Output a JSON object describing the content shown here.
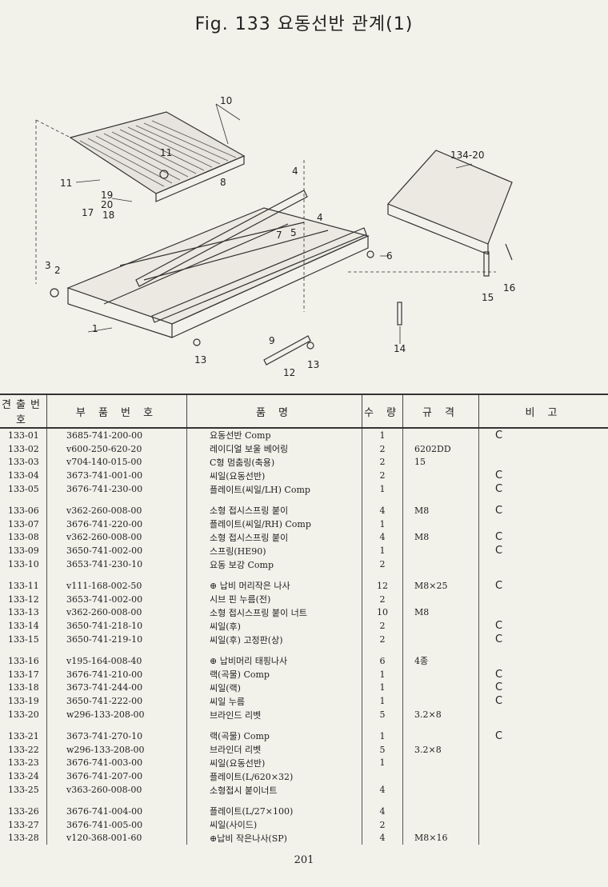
{
  "title": "Fig. 133  요동선반 관계(1)",
  "callouts": [
    "10",
    "11",
    "11",
    "19",
    "20",
    "17",
    "18",
    "8",
    "4",
    "4",
    "7",
    "5",
    "3",
    "2",
    "1",
    "9",
    "13",
    "12",
    "13",
    "134-20",
    "6",
    "14",
    "15",
    "16"
  ],
  "table": {
    "headers": [
      "견출번호",
      "부 품 번 호",
      "품 명",
      "수 량",
      "규 격",
      "비 고"
    ],
    "rows": [
      {
        "no": "133-01",
        "part": "3685-741-200-00",
        "name": "요동선반 Comp",
        "qty": "1",
        "spec": "",
        "note": "C"
      },
      {
        "no": "133-02",
        "part": "v600-250-620-20",
        "name": "레이디얼 보울 베어링",
        "qty": "2",
        "spec": "6202DD",
        "note": ""
      },
      {
        "no": "133-03",
        "part": "v704-140-015-00",
        "name": "C형 멈춤링(축용)",
        "qty": "2",
        "spec": "15",
        "note": ""
      },
      {
        "no": "133-04",
        "part": "3673-741-001-00",
        "name": "씨일(요동선반)",
        "qty": "2",
        "spec": "",
        "note": "C"
      },
      {
        "no": "133-05",
        "part": "3676-741-230-00",
        "name": "플레이트(씨일/LH) Comp",
        "qty": "1",
        "spec": "",
        "note": "C"
      },
      {
        "no": "133-06",
        "part": "v362-260-008-00",
        "name": "소형 접시스프링 붙이",
        "qty": "4",
        "spec": "M8",
        "note": "C"
      },
      {
        "no": "133-07",
        "part": "3676-741-220-00",
        "name": "플레이트(씨일/RH) Comp",
        "qty": "1",
        "spec": "",
        "note": ""
      },
      {
        "no": "133-08",
        "part": "v362-260-008-00",
        "name": "소형 접시스프링 붙이",
        "qty": "4",
        "spec": "M8",
        "note": "C"
      },
      {
        "no": "133-09",
        "part": "3650-741-002-00",
        "name": "스프링(HE90)",
        "qty": "1",
        "spec": "",
        "note": "C"
      },
      {
        "no": "133-10",
        "part": "3653-741-230-10",
        "name": "요동 보강 Comp",
        "qty": "2",
        "spec": "",
        "note": ""
      },
      {
        "no": "133-11",
        "part": "v111-168-002-50",
        "name": "⊕ 납비 머리작은 나사",
        "qty": "12",
        "spec": "M8×25",
        "note": "C"
      },
      {
        "no": "133-12",
        "part": "3653-741-002-00",
        "name": "시브 핀 누름(전)",
        "qty": "2",
        "spec": "",
        "note": ""
      },
      {
        "no": "133-13",
        "part": "v362-260-008-00",
        "name": "소형 접시스프링 붙이 너트",
        "qty": "10",
        "spec": "M8",
        "note": ""
      },
      {
        "no": "133-14",
        "part": "3650-741-218-10",
        "name": "씨일(후)",
        "qty": "2",
        "spec": "",
        "note": "C"
      },
      {
        "no": "133-15",
        "part": "3650-741-219-10",
        "name": "씨일(후) 고정판(상)",
        "qty": "2",
        "spec": "",
        "note": "C"
      },
      {
        "no": "133-16",
        "part": "v195-164-008-40",
        "name": "⊕ 납비머리 태핑나사",
        "qty": "6",
        "spec": "4종",
        "note": ""
      },
      {
        "no": "133-17",
        "part": "3676-741-210-00",
        "name": "랙(곡물) Comp",
        "qty": "1",
        "spec": "",
        "note": "C"
      },
      {
        "no": "133-18",
        "part": "3673-741-244-00",
        "name": "씨일(랙)",
        "qty": "1",
        "spec": "",
        "note": "C"
      },
      {
        "no": "133-19",
        "part": "3650-741-222-00",
        "name": "씨일 누름",
        "qty": "1",
        "spec": "",
        "note": "C"
      },
      {
        "no": "133-20",
        "part": "w296-133-208-00",
        "name": "브라인드 리벳",
        "qty": "5",
        "spec": "3.2×8",
        "note": ""
      },
      {
        "no": "133-21",
        "part": "3673-741-270-10",
        "name": "랙(곡물) Comp",
        "qty": "1",
        "spec": "",
        "note": "C"
      },
      {
        "no": "133-22",
        "part": "w296-133-208-00",
        "name": "브라인더 리벳",
        "qty": "5",
        "spec": "3.2×8",
        "note": ""
      },
      {
        "no": "133-23",
        "part": "3676-741-003-00",
        "name": "씨일(요동선반)",
        "qty": "1",
        "spec": "",
        "note": ""
      },
      {
        "no": "133-24",
        "part": "3676-741-207-00",
        "name": "플레이트(L/620×32)",
        "qty": "",
        "spec": "",
        "note": ""
      },
      {
        "no": "133-25",
        "part": "v363-260-008-00",
        "name": "소형접시 붙이너트",
        "qty": "4",
        "spec": "",
        "note": ""
      },
      {
        "no": "133-26",
        "part": "3676-741-004-00",
        "name": "플레이트(L/27×100)",
        "qty": "4",
        "spec": "",
        "note": ""
      },
      {
        "no": "133-27",
        "part": "3676-741-005-00",
        "name": "씨일(사이드)",
        "qty": "2",
        "spec": "",
        "note": ""
      },
      {
        "no": "133-28",
        "part": "v120-368-001-60",
        "name": "⊕납비 작은나사(SP)",
        "qty": "4",
        "spec": "M8×16",
        "note": ""
      }
    ]
  },
  "page_number": "201"
}
